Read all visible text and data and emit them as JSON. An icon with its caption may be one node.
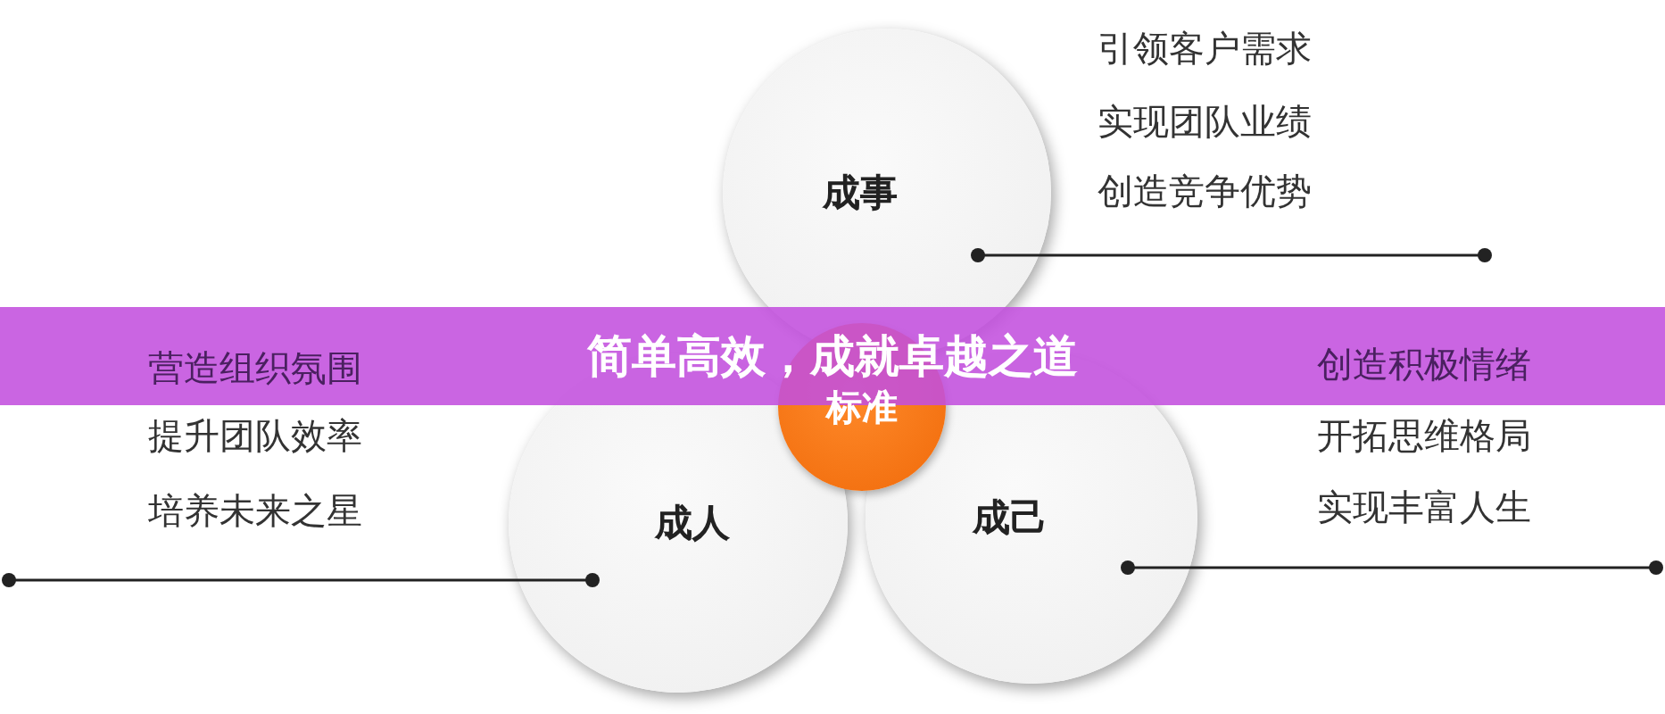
{
  "diagram": {
    "title": "简单高效，成就卓越之道",
    "nodes": [
      {
        "text": [
          "成事"
        ]
      },
      {
        "text": [
          "标准"
        ]
      },
      {
        "text": [
          "成人"
        ]
      },
      {
        "text": [
          "成己"
        ]
      }
    ],
    "labels": [
      "引领客户需求",
      "实现团队业绩",
      "创造竞争优势",
      "营造组织氛围",
      "创造积极情绪",
      "提升团队效率",
      "开拓思维格局",
      "培养未来之星",
      "实现丰富人生"
    ]
  }
}
